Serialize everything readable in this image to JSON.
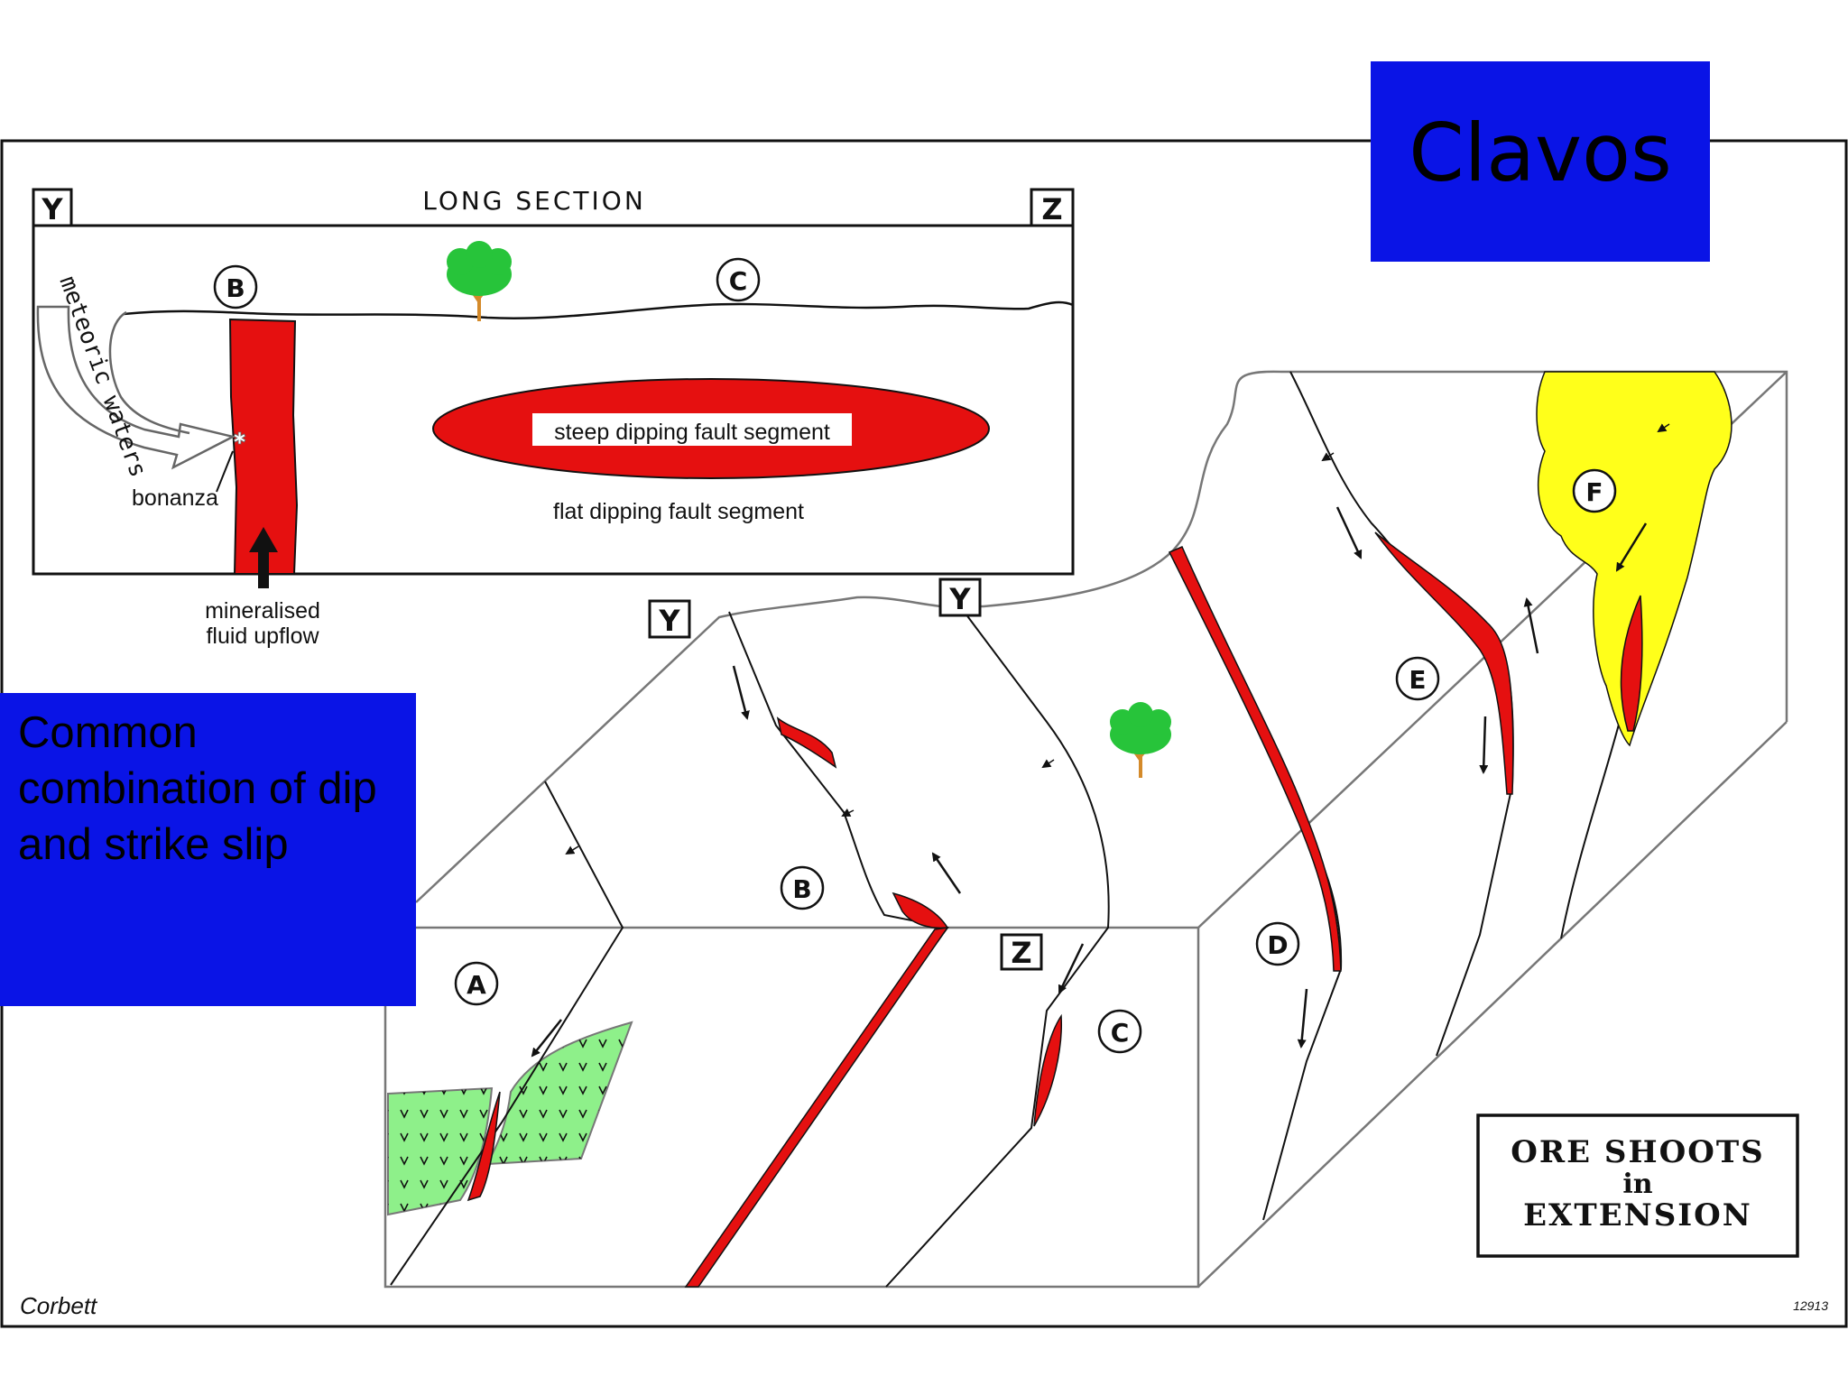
{
  "title": "Clavos",
  "caption": [
    "Common",
    "combination of dip",
    "and strike slip"
  ],
  "colors": {
    "ore": "#e51010",
    "alteration": "#8ef08a",
    "gossan": "#ffff1a",
    "tree_foliage": "#27c43a",
    "tree_trunk": "#d48a2a",
    "title_box": "#0a14e6",
    "caption_box": "#0a14e6",
    "outline": "#111111"
  },
  "long_section": {
    "heading": "LONG SECTION",
    "end_left": "Y",
    "end_right": "Z",
    "waters_label": "meteoric waters",
    "bonanza_label": "bonanza",
    "upflow_label": [
      "mineralised",
      "fluid upflow"
    ],
    "steep_label": "steep dipping fault segment",
    "flat_label": "flat dipping fault segment",
    "markers": [
      "B",
      "C"
    ]
  },
  "block": {
    "markers": [
      "A",
      "B",
      "C",
      "D",
      "E",
      "F"
    ],
    "section_ends": [
      "Y",
      "Y",
      "Z"
    ],
    "legend": [
      "ORE SHOOTS",
      "in",
      "EXTENSION"
    ]
  },
  "credit": "Corbett",
  "figure_number": "12913",
  "icons": [
    "tree-icon",
    "arrow-icon"
  ]
}
